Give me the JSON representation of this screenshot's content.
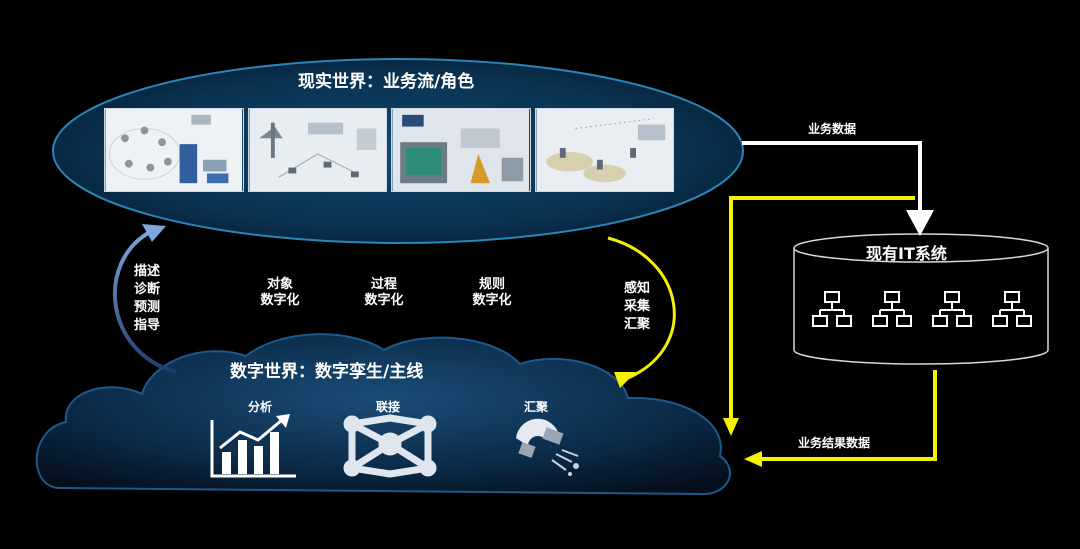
{
  "real_world": {
    "title": "现实世界：业务流/角色",
    "photos": [
      {
        "name": "photo-devices-network"
      },
      {
        "name": "photo-oil-field"
      },
      {
        "name": "photo-solar-plant"
      },
      {
        "name": "photo-industrial-site"
      }
    ]
  },
  "left_loop": {
    "lines": [
      "描述",
      "诊断",
      "预测",
      "指导"
    ]
  },
  "right_loop": {
    "lines": [
      "感知",
      "采集",
      "汇聚"
    ]
  },
  "digitization": [
    {
      "line1": "对象",
      "line2": "数字化"
    },
    {
      "line1": "过程",
      "line2": "数字化"
    },
    {
      "line1": "规则",
      "line2": "数字化"
    }
  ],
  "digital_world": {
    "title": "数字世界：数字孪生/主线",
    "features": [
      {
        "label": "分析",
        "icon": "bar-chart-growth-icon"
      },
      {
        "label": "联接",
        "icon": "network-hub-icon"
      },
      {
        "label": "汇聚",
        "icon": "magnet-icon"
      }
    ]
  },
  "it_system": {
    "title": "现有IT系统",
    "icon_count": 4,
    "icon": "network-nodes-icon"
  },
  "flows": {
    "business_data": "业务数据",
    "business_result_data": "业务结果数据"
  },
  "colors": {
    "background": "#000000",
    "ellipse_fill": "#0b3a5c",
    "ellipse_border": "#2a86b8",
    "yellow_arrow": "#f5f000",
    "blue_arrow": "#5a82b8",
    "white_arrow": "#ffffff"
  }
}
